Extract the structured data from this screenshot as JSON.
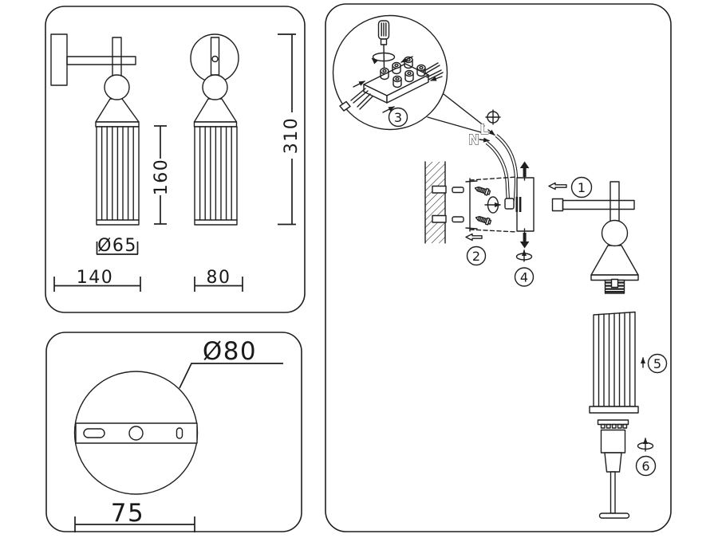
{
  "page": {
    "background": "#ffffff",
    "line_color": "#1f1f1f",
    "content": "wall-lamp technical drawing and installation instructions"
  },
  "spec_panel": {
    "shade_height": "160",
    "overall_height": "310",
    "shade_diameter": "Ø65",
    "fixture_depth": "140",
    "fixture_width": "80"
  },
  "backplate_panel": {
    "plate_diameter": "Ø80",
    "mount_hole_spacing": "75"
  },
  "install_panel": {
    "live_label": "L",
    "neutral_label": "N",
    "steps": [
      {
        "number": "1"
      },
      {
        "number": "2"
      },
      {
        "number": "3"
      },
      {
        "number": "4"
      },
      {
        "number": "5"
      },
      {
        "number": "6"
      }
    ]
  }
}
